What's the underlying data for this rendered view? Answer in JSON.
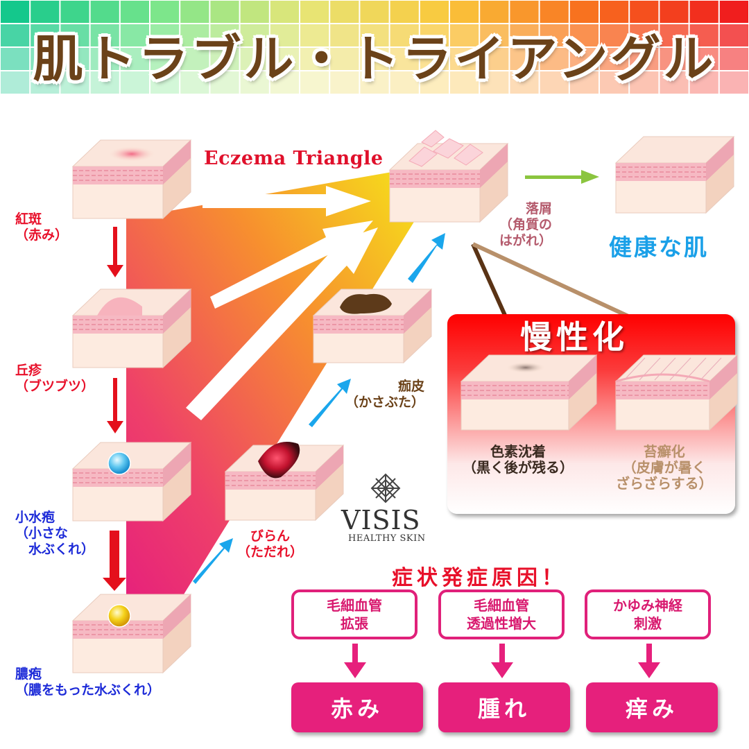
{
  "title": "肌トラブル・トライアングル",
  "subtitle_en": "Eczema Triangle",
  "stages": [
    {
      "label": "紅斑\n（赤み）"
    },
    {
      "label": "丘疹\n（ブツブツ）"
    },
    {
      "label": "小水疱\n（小さな\n　水ぶくれ）"
    },
    {
      "label": "膿疱\n（膿をもった水ぶくれ）"
    }
  ],
  "erosion": {
    "label": "びらん\n（ただれ）"
  },
  "crust": {
    "label": "痂皮\n（かさぶた）"
  },
  "scaling": {
    "label": "落屑\n（角質の\nはがれ）"
  },
  "healthy": {
    "label": "健康な肌"
  },
  "chronic": {
    "title": "慢性化",
    "pigmentation": {
      "label": "色素沈着\n（黒く後が残る）"
    },
    "lichenification": {
      "label": "苔癬化\n（皮膚が暑く\nざらざらする）"
    }
  },
  "logo": {
    "name": "VISIS",
    "tagline": "HEALTHY SKIN"
  },
  "causes": {
    "title": "症状発症原因！",
    "items": [
      {
        "cause": "毛細血管\n拡張",
        "result": "赤み"
      },
      {
        "cause": "毛細血管\n透過性増大",
        "result": "腫れ"
      },
      {
        "cause": "かゆみ神経\n刺激",
        "result": "痒み"
      }
    ]
  },
  "colors": {
    "title_text": "#6b4219",
    "accent_red": "#e8102a",
    "accent_blue": "#1aa0e8",
    "magenta": "#e6207c",
    "skin": "#fbe3d3",
    "skin_layer": "#f4a9b6"
  }
}
